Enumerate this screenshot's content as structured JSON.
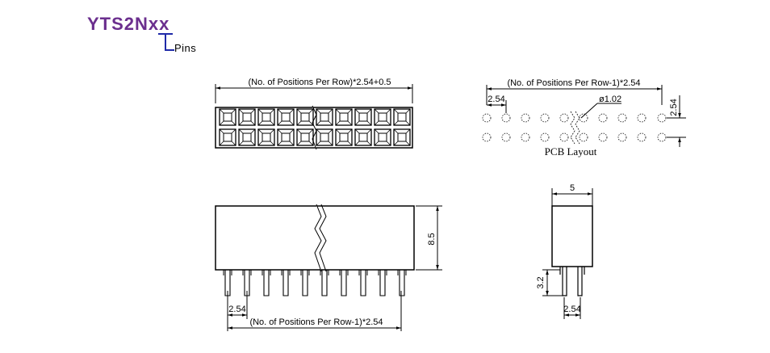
{
  "title": {
    "part_code": "YTS2Nxx",
    "pins_label": "Pins"
  },
  "top_view": {
    "width_dim": "(No. of Positions Per Row)*2.54+0.5"
  },
  "pcb_layout": {
    "row_pitch_dim": "(No. of Positions Per Row-1)*2.54",
    "pitch_dim": "2.54",
    "hole_dim": "ø1.02",
    "row_spacing_dim": "2.54",
    "title": "PCB Layout"
  },
  "front_view": {
    "height_dim": "8.5",
    "pitch_dim": "2.54",
    "row_span_dim": "(No. of Positions Per Row-1)*2.54"
  },
  "side_view": {
    "width_dim": "5",
    "pin_length_dim": "3.2",
    "row_spacing_dim": "2.54"
  },
  "colors": {
    "title": "#6b2f8e",
    "line": "#000000"
  }
}
